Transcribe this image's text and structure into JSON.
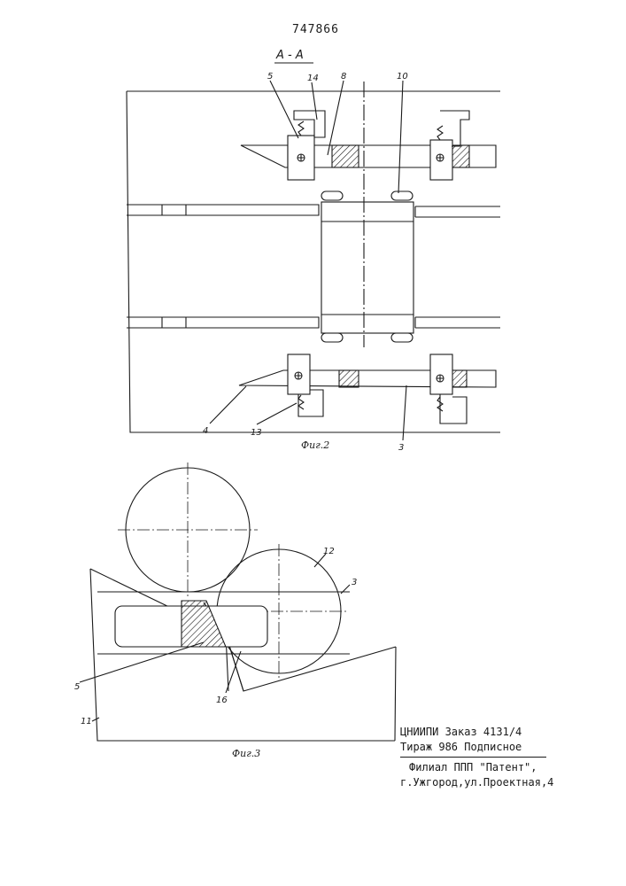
{
  "header": {
    "patent_number": "747866",
    "section_label": "A - A"
  },
  "fig2": {
    "caption": "Фиг.2",
    "labels": {
      "l5": "5",
      "l14": "14",
      "l8": "8",
      "l10": "10",
      "l4": "4",
      "l13": "13",
      "l3": "3"
    }
  },
  "fig3": {
    "caption": "Фиг.3",
    "labels": {
      "l12": "12",
      "l3": "3",
      "l5": "5",
      "l16": "16",
      "l11": "11"
    }
  },
  "imprint": {
    "line1": "ЦНИИПИ Заказ 4131/4",
    "line2": "Тираж 986  Подписное",
    "line3": "Филиал ППП \"Патент\",",
    "line4": "г.Ужгород,ул.Проектная,4"
  }
}
